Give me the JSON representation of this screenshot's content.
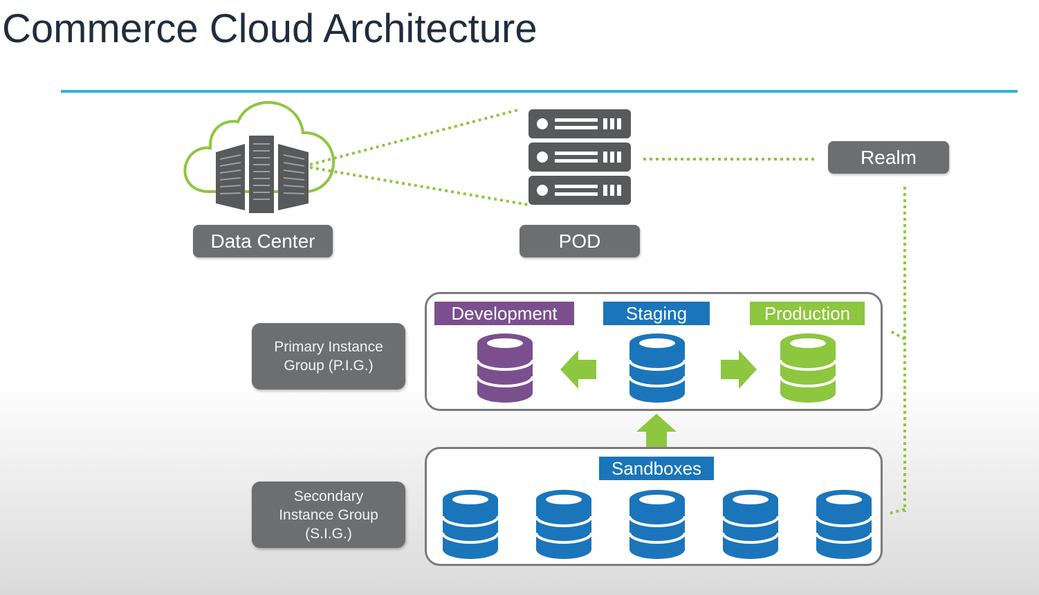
{
  "slide": {
    "title": "Commerce Cloud Architecture"
  },
  "nodes": {
    "data_center": "Data Center",
    "pod": "POD",
    "realm": "Realm"
  },
  "groups": {
    "primary_lines": [
      "Primary Instance",
      "Group (P.I.G.)"
    ],
    "secondary_lines": [
      "Secondary",
      "Instance Group",
      "(S.I.G.)"
    ]
  },
  "environments": {
    "development": "Development",
    "staging": "Staging",
    "production": "Production",
    "sandboxes": "Sandboxes"
  },
  "colors": {
    "accent_line": "#2bb3e3",
    "connector_green": "#8dc63f",
    "label_gray": "#6d6e70",
    "development": "#7b4f8e",
    "staging": "#1b75bb",
    "production": "#8dc63f"
  }
}
